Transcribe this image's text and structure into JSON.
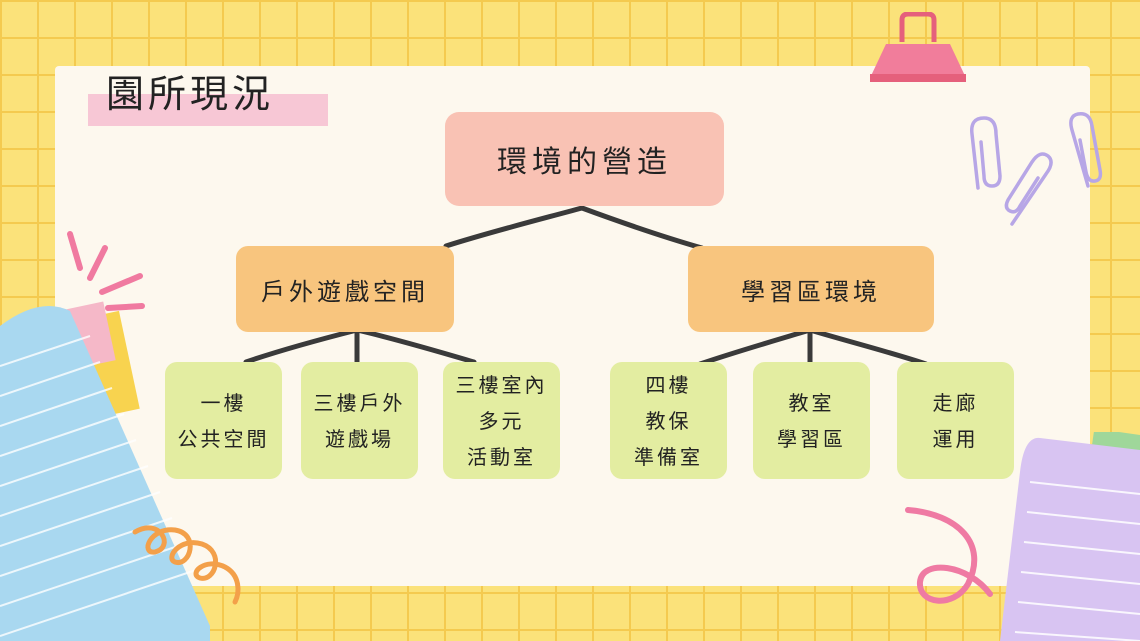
{
  "title": "園所現況",
  "diagram": {
    "root": "環境的營造",
    "branches": [
      {
        "label": "戶外遊戲空間",
        "children": [
          "一樓\n公共空間",
          "三樓戶外\n遊戲場",
          "三樓室內\n多元\n活動室"
        ]
      },
      {
        "label": "學習區環境",
        "children": [
          "四樓\n教保\n準備室",
          "教室\n學習區",
          "走廊\n運用"
        ]
      }
    ]
  },
  "colors": {
    "root": "#f9c2b4",
    "branch": "#f8c57e",
    "leaf": "#e3eda1",
    "title_highlight": "#f7c7d5",
    "background_grid": "#fbe27a"
  },
  "icons": [
    "binder-clip-icon",
    "paperclip-icon",
    "notepad-icon",
    "spiral-doodle-icon",
    "burst-doodle-icon"
  ]
}
